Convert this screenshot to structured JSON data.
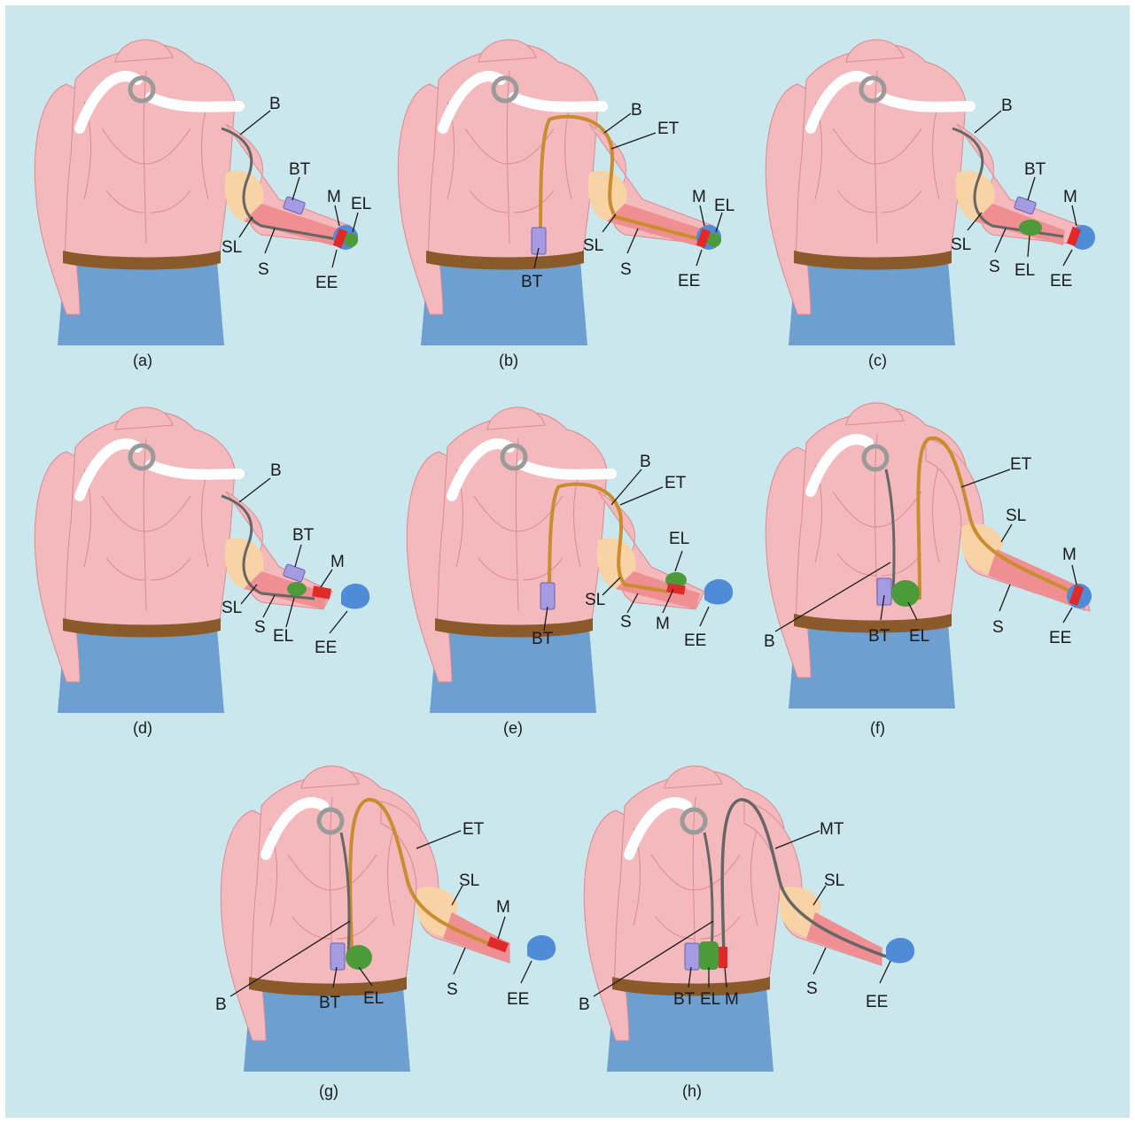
{
  "colors": {
    "background": "#c9e7ec",
    "skin": "#f4b9bd",
    "skin_outline": "#d98a90",
    "pants": "#6e9fd1",
    "belt": "#8b5a2b",
    "harness": "#ffffff",
    "ring": "#9a9a9a",
    "socket_liner": "#f8d3a5",
    "socket": "#ef8f92",
    "battery": "#a49be0",
    "motor": "#e02a2a",
    "electronics": "#4c9a3a",
    "end_effector": "#4f8bd6",
    "tube": "#c98c2e",
    "cable": "#666666"
  },
  "panels": [
    {
      "caption": "(a)",
      "labels": {
        "B": "B",
        "BT": "BT",
        "M": "M",
        "EL": "EL",
        "SL": "SL",
        "S": "S",
        "EE": "EE"
      }
    },
    {
      "caption": "(b)",
      "labels": {
        "B": "B",
        "ET": "ET",
        "M": "M",
        "EL": "EL",
        "SL": "SL",
        "S": "S",
        "EE": "EE",
        "BT": "BT"
      }
    },
    {
      "caption": "(c)",
      "labels": {
        "B": "B",
        "BT": "BT",
        "M": "M",
        "SL": "SL",
        "S": "S",
        "EL": "EL",
        "EE": "EE"
      }
    },
    {
      "caption": "(d)",
      "labels": {
        "B": "B",
        "BT": "BT",
        "M": "M",
        "SL": "SL",
        "S": "S",
        "EL": "EL",
        "EE": "EE"
      }
    },
    {
      "caption": "(e)",
      "labels": {
        "B": "B",
        "ET": "ET",
        "EL": "EL",
        "SL": "SL",
        "S": "S",
        "M": "M",
        "EE": "EE",
        "BT": "BT"
      }
    },
    {
      "caption": "(f)",
      "labels": {
        "ET": "ET",
        "SL": "SL",
        "M": "M",
        "B": "B",
        "BT": "BT",
        "EL": "EL",
        "S": "S",
        "EE": "EE"
      }
    },
    {
      "caption": "(g)",
      "labels": {
        "ET": "ET",
        "SL": "SL",
        "M": "M",
        "B": "B",
        "BT": "BT",
        "EL": "EL",
        "S": "S",
        "EE": "EE"
      }
    },
    {
      "caption": "(h)",
      "labels": {
        "MT": "MT",
        "SL": "SL",
        "B": "B",
        "BT": "BT",
        "EL": "EL",
        "M": "M",
        "S": "S",
        "EE": "EE"
      }
    }
  ]
}
